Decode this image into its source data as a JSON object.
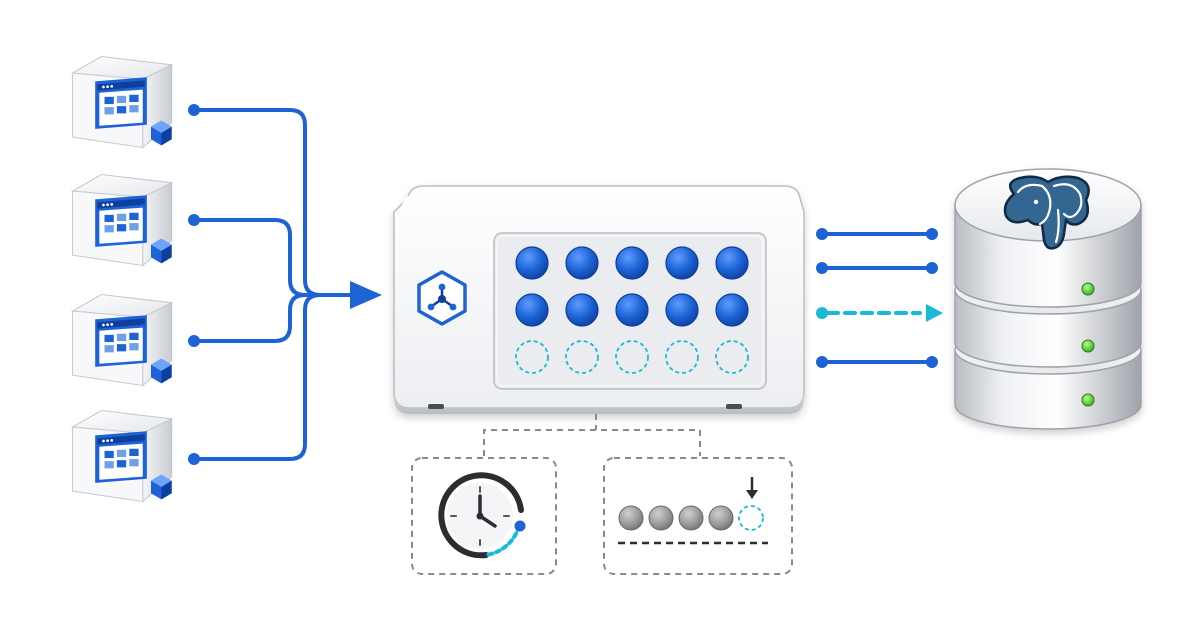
{
  "colors": {
    "blue": "#1d63d6",
    "blue_dark": "#0d3f9e",
    "cyan": "#1ab9d8",
    "gray_ball": "#9a9a9a",
    "dash": "#8a8a8a"
  },
  "clients": {
    "count": 4,
    "icon": "app-server-cube-icon"
  },
  "pooler": {
    "icon": "connection-hub-hexagon-icon",
    "active_slots": 10,
    "idle_slots": 5
  },
  "outputs": {
    "solid_lines": 3,
    "dashed_lines": 1
  },
  "database": {
    "icon": "postgresql-elephant-icon",
    "tiers": 3
  },
  "details": {
    "timeout_icon": "clock-timeout-icon",
    "queue_icon": "wait-queue-icon",
    "queued_items": 4,
    "open_slots": 1
  }
}
